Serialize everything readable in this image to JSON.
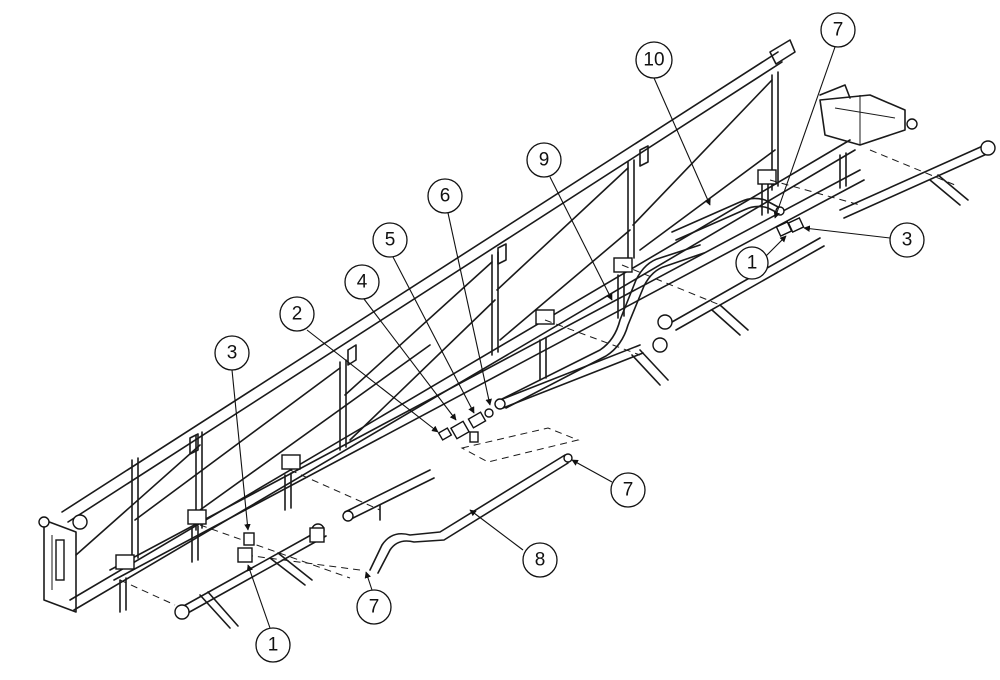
{
  "diagram": {
    "callouts": [
      {
        "id": "c1a",
        "label": "1"
      },
      {
        "id": "c1b",
        "label": "1"
      },
      {
        "id": "c2",
        "label": "2"
      },
      {
        "id": "c3a",
        "label": "3"
      },
      {
        "id": "c3b",
        "label": "3"
      },
      {
        "id": "c4",
        "label": "4"
      },
      {
        "id": "c5",
        "label": "5"
      },
      {
        "id": "c6",
        "label": "6"
      },
      {
        "id": "c7a",
        "label": "7"
      },
      {
        "id": "c7b",
        "label": "7"
      },
      {
        "id": "c7c",
        "label": "7"
      },
      {
        "id": "c8",
        "label": "8"
      },
      {
        "id": "c9",
        "label": "9"
      },
      {
        "id": "c10",
        "label": "10"
      }
    ]
  }
}
